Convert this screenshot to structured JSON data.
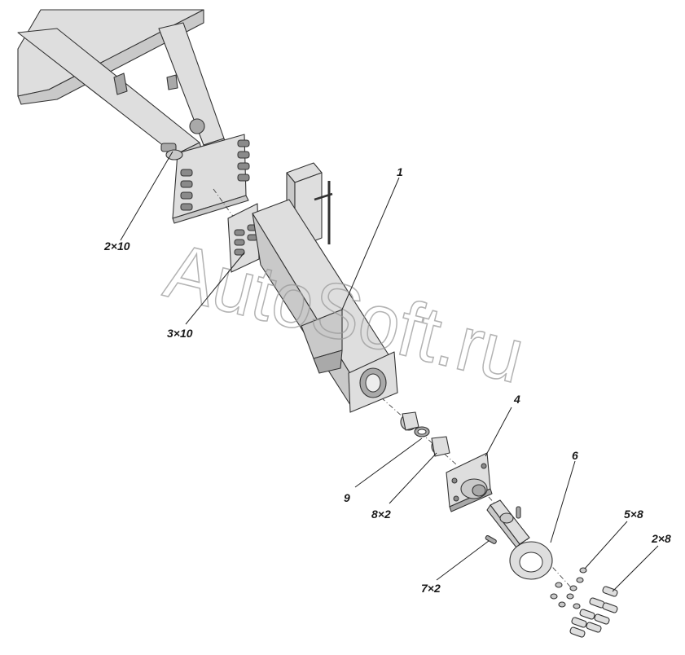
{
  "watermark": "AutoSoft.ru",
  "callouts": {
    "c1": "1",
    "c2x10": "2×10",
    "c3x10": "3×10",
    "c4": "4",
    "c5x8": "5×8",
    "c2x8": "2×8",
    "c6": "6",
    "c7x2": "7×2",
    "c8x2": "8×2",
    "c9": "9"
  }
}
